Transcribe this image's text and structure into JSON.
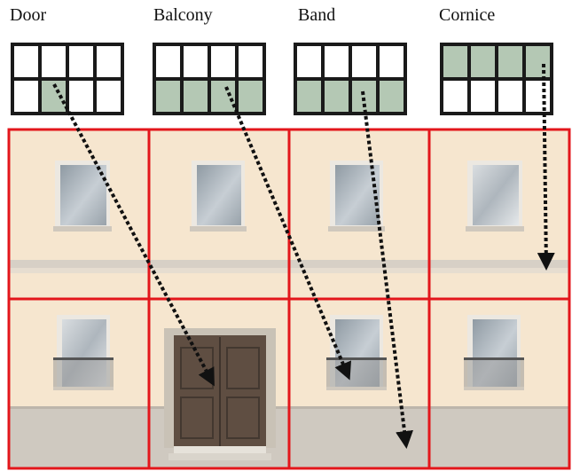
{
  "labels": {
    "door": "Door",
    "balcony": "Balcony",
    "band": "Band",
    "cornice": "Cornice"
  },
  "grids": [
    {
      "id": "door",
      "rows": 2,
      "cols": 4,
      "filled": [
        [
          1,
          1
        ]
      ]
    },
    {
      "id": "balcony",
      "rows": 2,
      "cols": 4,
      "filled": [
        [
          1,
          0
        ],
        [
          1,
          1
        ],
        [
          1,
          2
        ],
        [
          1,
          3
        ]
      ]
    },
    {
      "id": "band",
      "rows": 2,
      "cols": 4,
      "filled": [
        [
          1,
          0
        ],
        [
          1,
          1
        ],
        [
          1,
          2
        ],
        [
          1,
          3
        ]
      ]
    },
    {
      "id": "cornice",
      "rows": 2,
      "cols": 4,
      "filled": [
        [
          0,
          0
        ],
        [
          0,
          1
        ],
        [
          0,
          2
        ],
        [
          0,
          3
        ]
      ]
    }
  ],
  "facade": {
    "rows": 2,
    "cols": 4
  },
  "colors": {
    "grid_fill": "#b4c8b4",
    "grid_line": "#1a1a1a",
    "facade_wall": "#f6e6cf",
    "facade_plinth": "#cfc9c0",
    "cell_border": "#e3161b",
    "arrow": "#111111",
    "door_wood": "#5f4e42",
    "window_frame": "#f4f2ee",
    "window_glass": "#a6b0b8"
  }
}
